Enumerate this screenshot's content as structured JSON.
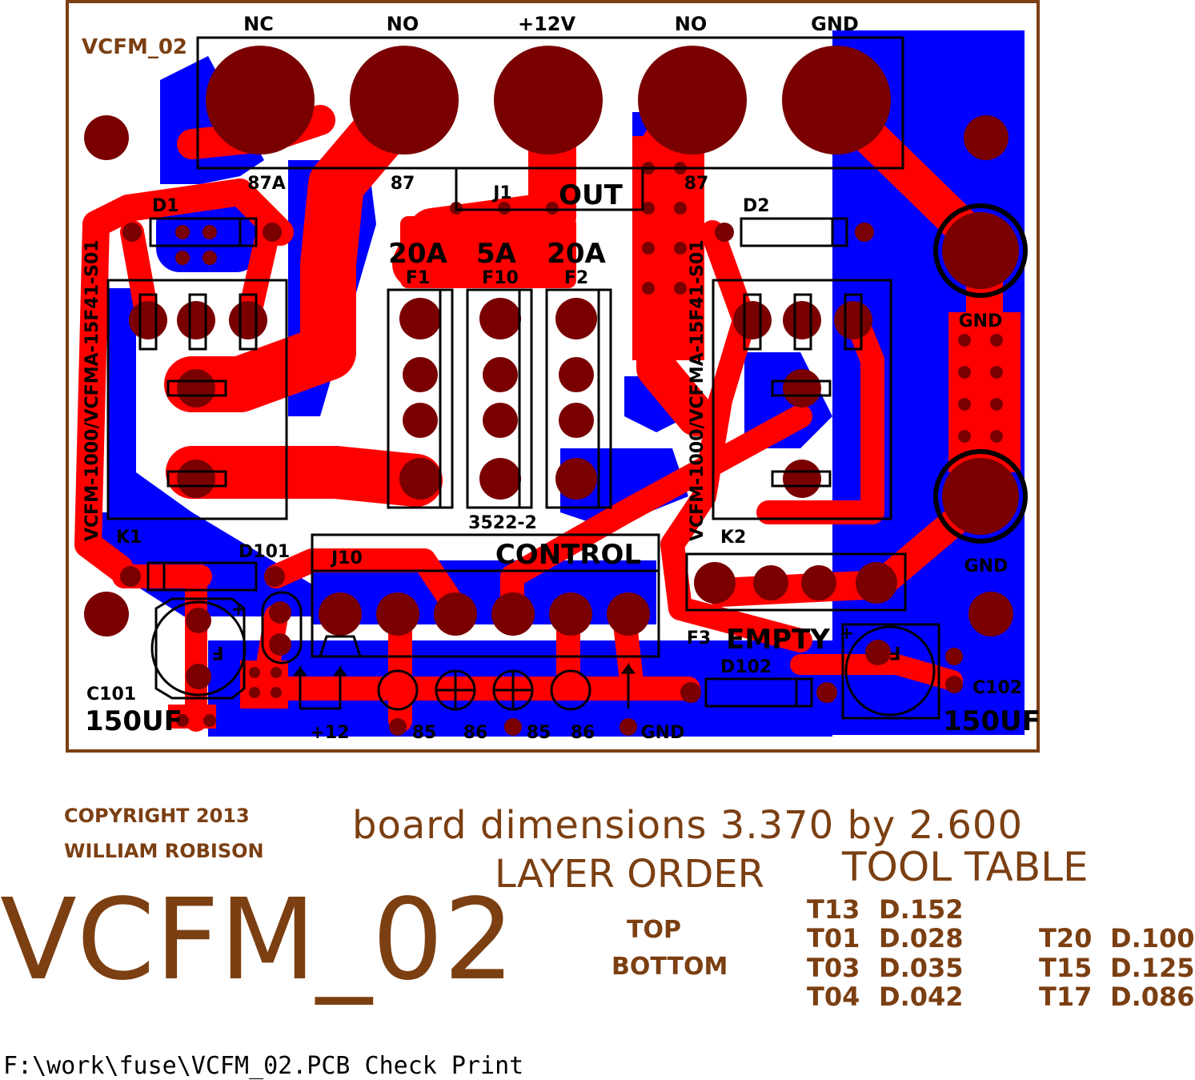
{
  "colors": {
    "board_outline": "#7b3f12",
    "top_copper": "#ff0000",
    "bottom_copper": "#0000ff",
    "pad": "#7a0000",
    "silkscreen": "#000000",
    "annotation": "#7b3f12"
  },
  "board": {
    "name": "VCFM_02",
    "terminals": [
      "NC",
      "NO",
      "+12V",
      "NO",
      "GND"
    ],
    "terminal_pins": [
      "87A",
      "87",
      "87"
    ],
    "connector_j1": {
      "ref": "J1",
      "label": "OUT"
    },
    "fuses": [
      {
        "rating": "20A",
        "ref": "F1"
      },
      {
        "rating": "5A",
        "ref": "F10"
      },
      {
        "rating": "20A",
        "ref": "F2"
      }
    ],
    "fuse_holder_part": "3522-2",
    "relay_part": "VCFM-1000/VCFMA-15F41-S01",
    "relays": [
      "K1",
      "K2"
    ],
    "diodes": [
      "D1",
      "D2",
      "D101",
      "D102"
    ],
    "gnd_labels": [
      "GND",
      "GND"
    ],
    "connector_j10": {
      "ref": "J10",
      "label": "CONTROL"
    },
    "control_pins": [
      "+12",
      "85",
      "86",
      "85",
      "86",
      "GND"
    ],
    "f3": {
      "ref": "F3",
      "label": "EMPTY"
    },
    "capacitors": [
      {
        "ref": "C101",
        "value": "150UF"
      },
      {
        "ref": "C102",
        "value": "150UF"
      }
    ],
    "polarity_mark": "+",
    "cap_mark": "F"
  },
  "notes": {
    "copyright_line1": "COPYRIGHT 2013",
    "copyright_line2": "WILLIAM ROBISON",
    "dimensions": "board dimensions 3.370 by 2.600",
    "layer_order_title": "LAYER ORDER",
    "layers": [
      "TOP",
      "BOTTOM"
    ],
    "tool_table_title": "TOOL TABLE",
    "tools": [
      {
        "tool": "T13",
        "dia": "D.152"
      },
      {
        "tool": "T01",
        "dia": "D.028"
      },
      {
        "tool": "T03",
        "dia": "D.035"
      },
      {
        "tool": "T04",
        "dia": "D.042"
      },
      {
        "tool": "T20",
        "dia": "D.100"
      },
      {
        "tool": "T15",
        "dia": "D.125"
      },
      {
        "tool": "T17",
        "dia": "D.086"
      }
    ],
    "big_title": "VCFM_02",
    "file_path": "F:\\work\\fuse\\VCFM_02.PCB Check Print"
  }
}
